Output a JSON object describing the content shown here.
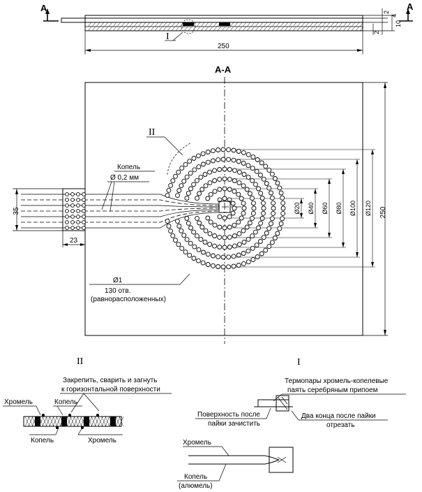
{
  "section": {
    "cut_letter": "A",
    "title": "А-А",
    "detail_I": "I",
    "detail_II": "II"
  },
  "top_view": {
    "length": "250",
    "dims_right": [
      "2",
      "4",
      "10",
      "2"
    ]
  },
  "plan": {
    "side_length": "250",
    "tab_height": "35",
    "tab_width": "23",
    "diameters": [
      "Ø20",
      "Ø40",
      "Ø60",
      "Ø80",
      "Ø100",
      "Ø120"
    ],
    "kopel_label": "Копель",
    "kopel_size": "Ø 0,2 мм",
    "hole_size": "Ø1",
    "hole_count": "130 отв.",
    "hole_note": "(равнорасположенных)"
  },
  "detail_II_view": {
    "note_line1": "Закрепить, сварить и загнуть",
    "note_line2": "к горизонтальной поверхности",
    "chromel_left": "Хромель",
    "kopel_top": "Копель",
    "kopel_bottom": "Копель",
    "chromel_right": "Хромель"
  },
  "detail_I_view": {
    "note_line1": "Термопары хромель-копелевые",
    "note_line2": "паять серебряным припоем",
    "surface_line1": "Поверхность после",
    "surface_line2": "пайки зачистить",
    "ends_line1": "Два конца после пайки",
    "ends_line2": "отрезать",
    "chromel": "Хромель",
    "kopel": "Копель",
    "alumel": "(алюмель)"
  }
}
